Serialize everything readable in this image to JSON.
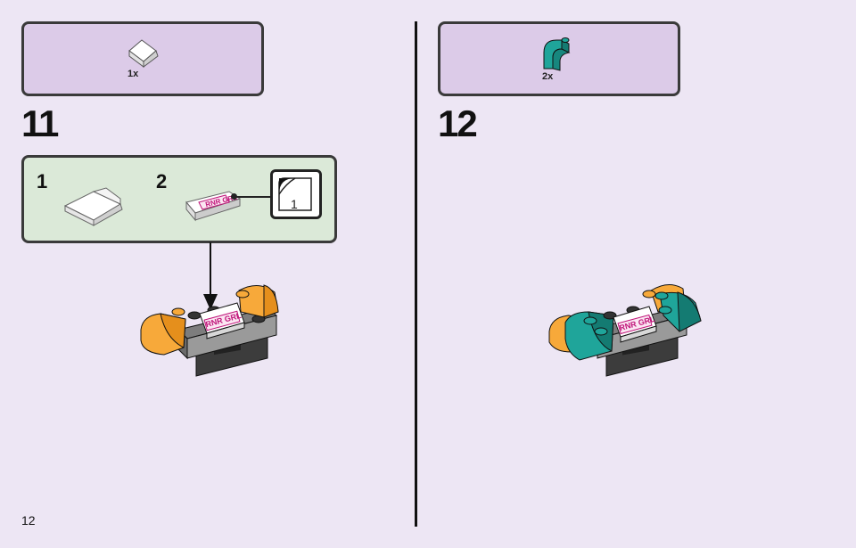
{
  "step11": {
    "number": "11",
    "parts": [
      {
        "qty": "1x",
        "icon": "white-slope-piece"
      }
    ],
    "substeps": [
      {
        "label": "1",
        "icon": "white-slope-piece"
      },
      {
        "label": "2",
        "icon": "printed-slope-rnrgrl"
      }
    ],
    "rotate_count": "1",
    "tile_print": "RNR GRL"
  },
  "step12": {
    "number": "12",
    "parts": [
      {
        "qty": "2x",
        "icon": "teal-curved-piece"
      }
    ]
  },
  "page_number": "12",
  "colors": {
    "background": "#ede6f4",
    "parts_box": "#dccbe8",
    "substep_box": "#dbe9d8",
    "orange": "#f7a93a",
    "teal": "#1fa59a",
    "dark_gray": "#3c3c3c",
    "magenta_print": "#c0157a"
  }
}
